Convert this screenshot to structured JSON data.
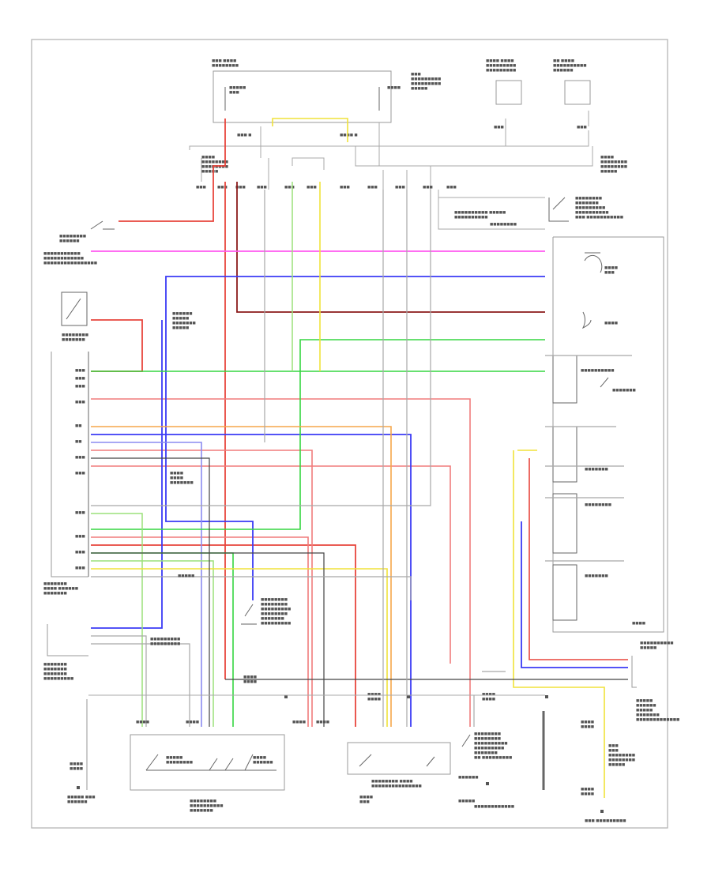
{
  "diagram": {
    "footer_code": "",
    "wire_colors": {
      "red": "#e8453c",
      "dark_red": "#8b1a1a",
      "pink": "#f07c7c",
      "green": "#35d640",
      "light_green": "#9be07a",
      "blue": "#3b3bf5",
      "light_blue": "#8c8cf0",
      "magenta": "#ff5af0",
      "yellow": "#f0e23a",
      "orange": "#f5a64a",
      "gray": "#a8a8a8",
      "dark": "#444444"
    },
    "components": [
      {
        "id": "fuse-block",
        "label": ""
      },
      {
        "id": "ecm",
        "label": ""
      },
      {
        "id": "combination-meter",
        "label": ""
      },
      {
        "id": "park-neutral-switch",
        "label": ""
      },
      {
        "id": "shift-lock-ecu",
        "label": ""
      },
      {
        "id": "transfer-control",
        "label": ""
      },
      {
        "id": "sensor-box",
        "label": ""
      }
    ]
  }
}
